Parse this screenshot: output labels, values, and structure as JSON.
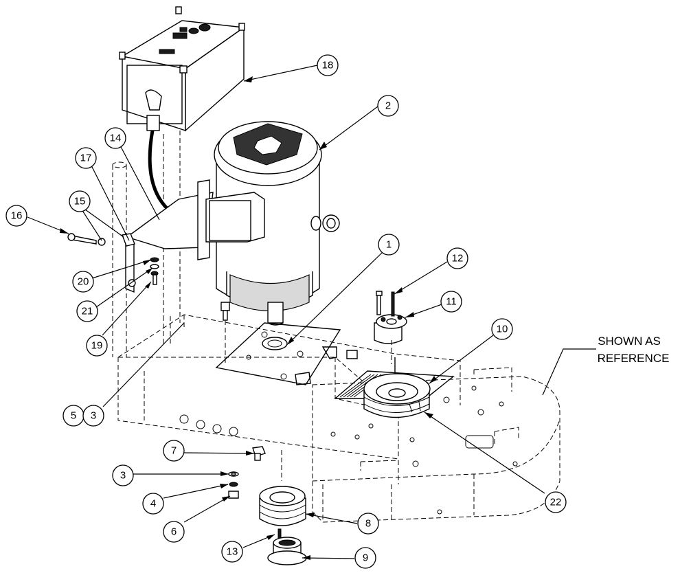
{
  "callouts": [
    {
      "id": "c18",
      "label": "18"
    },
    {
      "id": "c2",
      "label": "2"
    },
    {
      "id": "c14",
      "label": "14"
    },
    {
      "id": "c17",
      "label": "17"
    },
    {
      "id": "c15",
      "label": "15"
    },
    {
      "id": "c16",
      "label": "16"
    },
    {
      "id": "c20",
      "label": "20"
    },
    {
      "id": "c21",
      "label": "21"
    },
    {
      "id": "c19",
      "label": "19"
    },
    {
      "id": "c1",
      "label": "1"
    },
    {
      "id": "c12",
      "label": "12"
    },
    {
      "id": "c11",
      "label": "11"
    },
    {
      "id": "c10",
      "label": "10"
    },
    {
      "id": "c5",
      "label": "5"
    },
    {
      "id": "c3a",
      "label": "3"
    },
    {
      "id": "c7",
      "label": "7"
    },
    {
      "id": "c3b",
      "label": "3"
    },
    {
      "id": "c4",
      "label": "4"
    },
    {
      "id": "c6",
      "label": "6"
    },
    {
      "id": "c8",
      "label": "8"
    },
    {
      "id": "c13",
      "label": "13"
    },
    {
      "id": "c9",
      "label": "9"
    },
    {
      "id": "c22",
      "label": "22"
    }
  ],
  "reference_note": {
    "line1": "SHOWN AS",
    "line2": "REFERENCE"
  }
}
